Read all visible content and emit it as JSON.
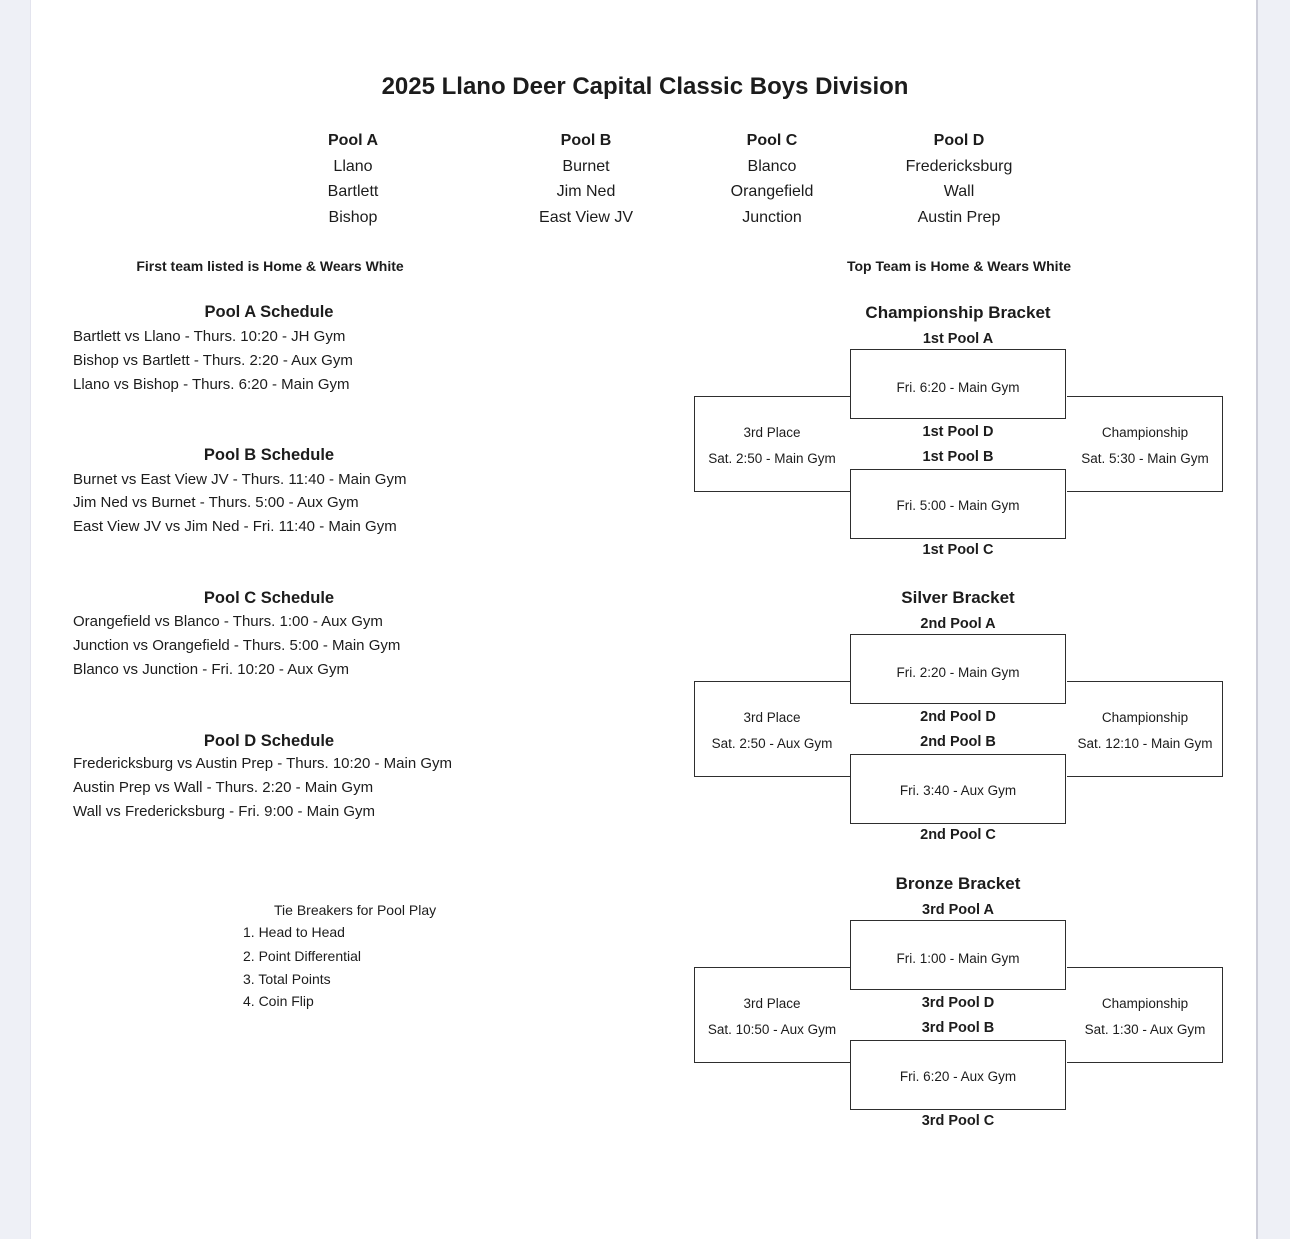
{
  "page": {
    "title": "2025 Llano Deer Capital Classic Boys Division",
    "left_note": "First team listed is Home & Wears White",
    "right_note": "Top Team is Home & Wears White"
  },
  "pools": [
    {
      "name": "Pool A",
      "teams": [
        "Llano",
        "Bartlett",
        "Bishop"
      ]
    },
    {
      "name": "Pool B",
      "teams": [
        "Burnet",
        "Jim Ned",
        "East View JV"
      ]
    },
    {
      "name": "Pool C",
      "teams": [
        "Blanco",
        "Orangefield",
        "Junction"
      ]
    },
    {
      "name": "Pool D",
      "teams": [
        "Fredericksburg",
        "Wall",
        "Austin Prep"
      ]
    }
  ],
  "schedules": [
    {
      "title": "Pool A Schedule",
      "games": [
        "Bartlett vs Llano  - Thurs. 10:20 - JH Gym",
        "Bishop vs Bartlett - Thurs. 2:20 - Aux Gym",
        "Llano vs Bishop - Thurs. 6:20 - Main Gym"
      ]
    },
    {
      "title": "Pool B Schedule",
      "games": [
        "Burnet vs East View JV  - Thurs. 11:40 - Main Gym",
        "Jim Ned vs Burnet  - Thurs. 5:00 - Aux Gym",
        "East View JV vs Jim Ned - Fri. 11:40 - Main Gym"
      ]
    },
    {
      "title": "Pool C Schedule",
      "games": [
        "Orangefield vs Blanco - Thurs. 1:00 - Aux Gym",
        "Junction vs Orangefield - Thurs. 5:00 - Main Gym",
        "Blanco vs Junction - Fri. 10:20 - Aux Gym"
      ]
    },
    {
      "title": "Pool D Schedule",
      "games": [
        "Fredericksburg  vs Austin Prep - Thurs. 10:20 - Main Gym",
        "Austin Prep vs Wall - Thurs. 2:20 - Main Gym",
        "Wall vs Fredericksburg - Fri. 9:00 - Main Gym"
      ]
    }
  ],
  "tie_breakers": {
    "title": "Tie Breakers for Pool Play",
    "items": [
      "1. Head to Head",
      "2. Point Differential",
      "3. Total Points",
      "4. Coin Flip"
    ]
  },
  "brackets": [
    {
      "title": "Championship Bracket",
      "seed_top": "1st Pool A",
      "game_top": "Fri. 6:20 - Main Gym",
      "seed_mid_top": "1st Pool D",
      "seed_mid_bottom": "1st Pool B",
      "third_place_label": "3rd Place",
      "third_place_game": "Sat. 2:50 - Main Gym",
      "final_label": "Championship",
      "final_game": "Sat. 5:30 - Main Gym",
      "game_bottom": "Fri. 5:00 - Main Gym",
      "seed_bottom": "1st Pool C"
    },
    {
      "title": "Silver Bracket",
      "seed_top": "2nd Pool A",
      "game_top": "Fri. 2:20 - Main Gym",
      "seed_mid_top": "2nd Pool D",
      "seed_mid_bottom": "2nd Pool B",
      "third_place_label": "3rd Place",
      "third_place_game": "Sat. 2:50 - Aux Gym",
      "final_label": "Championship",
      "final_game": "Sat. 12:10 - Main Gym",
      "game_bottom": "Fri. 3:40 - Aux Gym",
      "seed_bottom": "2nd Pool C"
    },
    {
      "title": "Bronze Bracket",
      "seed_top": "3rd Pool A",
      "game_top": "Fri. 1:00 - Main Gym",
      "seed_mid_top": "3rd Pool D",
      "seed_mid_bottom": "3rd Pool B",
      "third_place_label": "3rd Place",
      "third_place_game": "Sat. 10:50 - Aux Gym",
      "final_label": "Championship",
      "final_game": "Sat. 1:30 - Aux Gym",
      "game_bottom": "Fri. 6:20 - Aux Gym",
      "seed_bottom": "3rd Pool C"
    }
  ]
}
